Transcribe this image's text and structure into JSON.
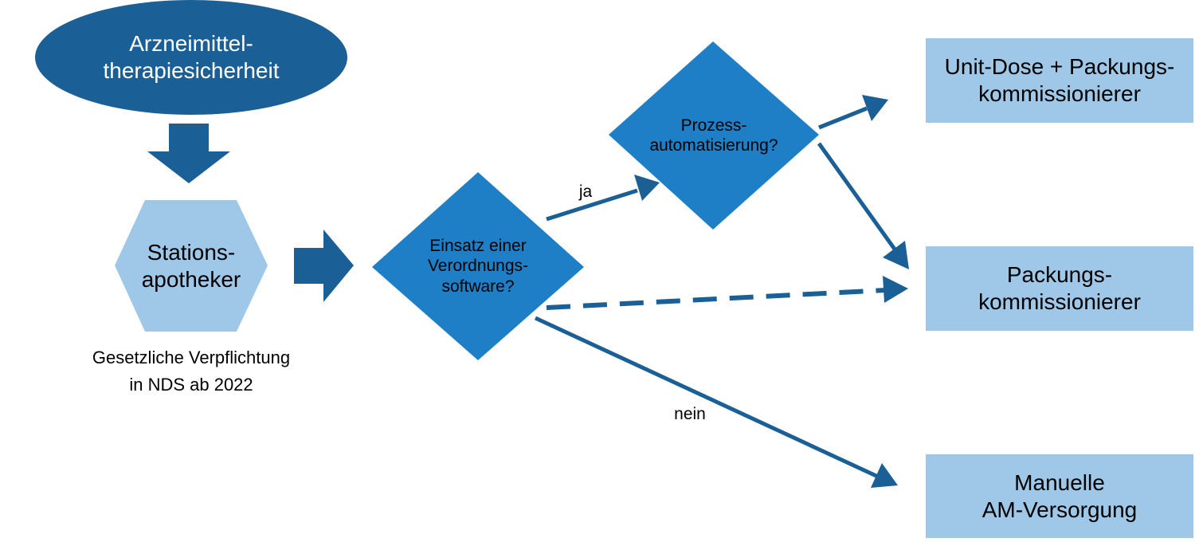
{
  "colors": {
    "dark": "#1a6096",
    "mid": "#1e7fc6",
    "light": "#9fc8e8",
    "text_dark": "#000000",
    "text_light": "#ffffff"
  },
  "nodes": {
    "start": {
      "line1": "Arzneimittel-",
      "line2": "therapiesicherheit"
    },
    "pharmacist": {
      "line1": "Stations-",
      "line2": "apotheker"
    },
    "legal_note": {
      "line1": "Gesetzliche Verpflichtung",
      "line2": "in NDS ab 2022"
    },
    "decision_software": {
      "line1": "Einsatz einer",
      "line2": "Verordnungs-",
      "line3": "software?"
    },
    "decision_automation": {
      "line1": "Prozess-",
      "line2": "automatisierung?"
    },
    "outcome_unit_dose": {
      "line1": "Unit-Dose + Packungs-",
      "line2": "kommissionierer"
    },
    "outcome_packing": {
      "line1": "Packungs-",
      "line2": "kommissionierer"
    },
    "outcome_manual": {
      "line1": "Manuelle",
      "line2": "AM-Versorgung"
    }
  },
  "edges": {
    "yes_label": "ja",
    "no_label": "nein"
  }
}
